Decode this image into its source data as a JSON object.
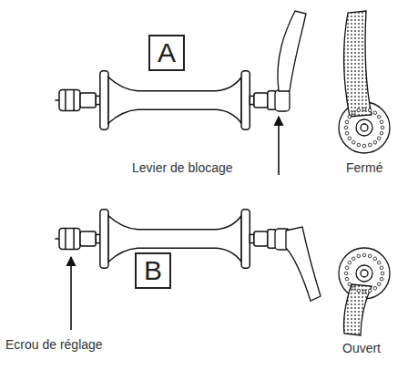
{
  "diagram": {
    "nodes": [
      {
        "text": [
          "A"
        ]
      },
      {
        "text": [
          "B"
        ]
      }
    ],
    "labels": [
      "Levier de blocage",
      "Fermé",
      "Ecrou de réglage",
      "Ouvert"
    ]
  }
}
